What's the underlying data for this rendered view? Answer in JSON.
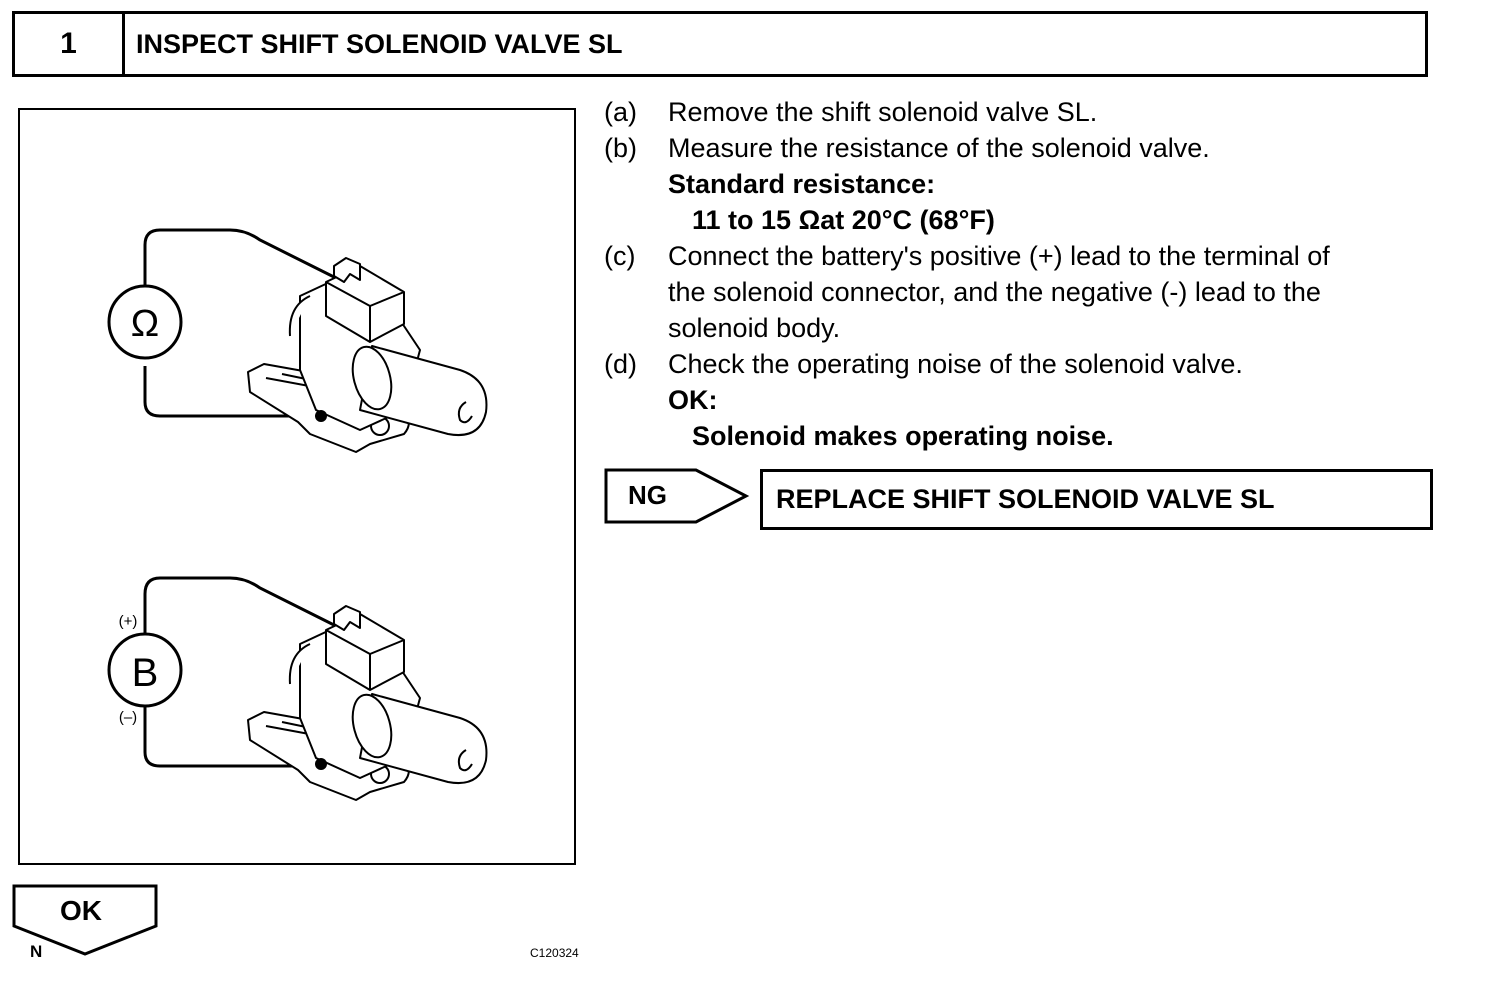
{
  "header": {
    "number": "1",
    "title": "INSPECT SHIFT SOLENOID VALVE SL"
  },
  "figure": {
    "ohmmeter_symbol": "Ω",
    "battery_symbol": "B",
    "positive_mark": "(+)",
    "negative_mark": "(–)",
    "corner_letter": "N",
    "figure_code": "C120324",
    "icons": [
      "ohmmeter-icon",
      "battery-icon",
      "solenoid-valve-icon"
    ]
  },
  "steps": [
    {
      "label": "(a)",
      "text": "Remove the shift solenoid valve SL."
    },
    {
      "label": "(b)",
      "text": "Measure the resistance of the solenoid valve."
    },
    {
      "label": "(c)",
      "lines": [
        "Connect the battery's positive (+) lead to the terminal of",
        "the solenoid connector, and the negative (-) lead to the",
        "solenoid body."
      ]
    },
    {
      "label": "(d)",
      "text": "Check the operating noise of the solenoid valve."
    }
  ],
  "standard_resistance": {
    "heading": "Standard resistance:",
    "value": "11 to 15 Ωat 20°C (68°F)"
  },
  "ok_spec": {
    "heading": "OK:",
    "value": "Solenoid makes operating noise."
  },
  "ng": {
    "label": "NG",
    "action": "REPLACE SHIFT SOLENOID VALVE SL"
  },
  "ok": {
    "label": "OK"
  }
}
